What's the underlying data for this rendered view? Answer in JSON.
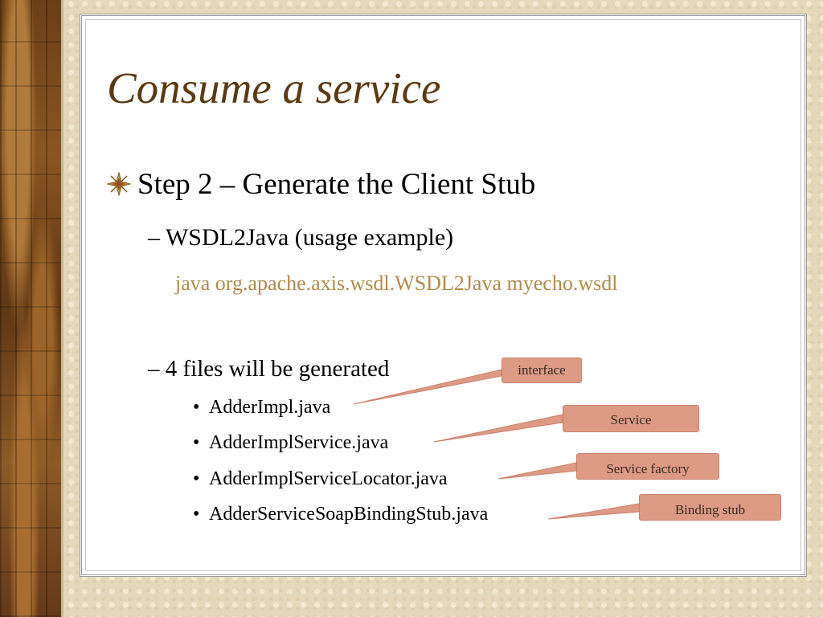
{
  "slide": {
    "title": "Consume a service",
    "step": "Step 2 – Generate the Client Stub",
    "sub1": "– WSDL2Java (usage example)",
    "code": "java org.apache.axis.wsdl.WSDL2Java myecho.wsdl",
    "sub2": "– 4 files will be generated",
    "files": [
      "AdderImpl.java",
      "AdderImplService.java",
      "AdderImplServiceLocator.java",
      "AdderServiceSoapBindingStub.java"
    ],
    "callouts": [
      "interface",
      "Service",
      "Service factory",
      "Binding stub"
    ],
    "bullet_symbol": "•",
    "step_bullet_icon": "compass-star-icon"
  },
  "colors": {
    "title": "#5b3a12",
    "code": "#b18a4a",
    "callout_fill": "#dd9a84"
  }
}
